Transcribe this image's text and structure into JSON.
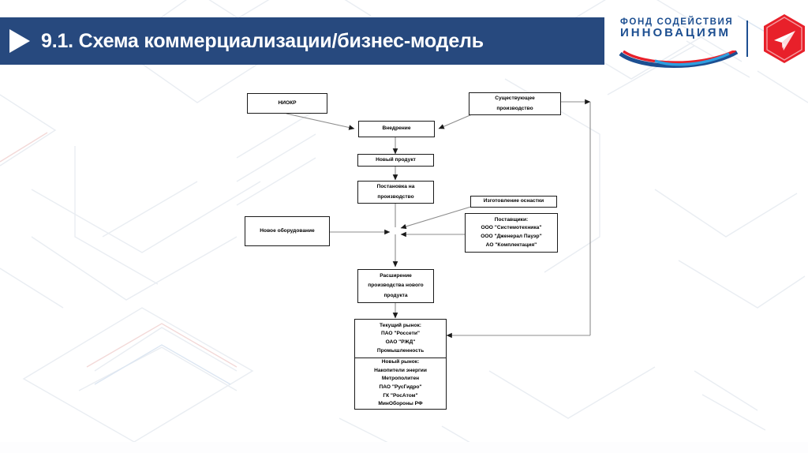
{
  "header": {
    "title": "9.1. Схема коммерциализации/бизнес-модель",
    "play_icon": "play-triangle-icon",
    "bar_color": "#27497e"
  },
  "logo": {
    "line1": "ФОНД СОДЕЙСТВИЯ",
    "line2": "ИННОВАЦИЯМ",
    "swoosh_icon": "russian-tricolor-swoosh-icon",
    "mark_icon": "red-hexagon-paper-plane-icon",
    "text_color": "#1d4f91",
    "mark_color": "#e8202a"
  },
  "diagram": {
    "title": "Схема коммерциализации/бизнес-модель",
    "nodes": {
      "niokr": {
        "lines": [
          "НИОКР"
        ]
      },
      "existing_production": {
        "lines": [
          "Существующее",
          "производство"
        ]
      },
      "implementation": {
        "lines": [
          "Внедрение"
        ]
      },
      "new_product": {
        "lines": [
          "Новый продукт"
        ]
      },
      "production_setup": {
        "lines": [
          "Постановка на",
          "производство"
        ]
      },
      "tooling": {
        "lines": [
          "Изготовление оснастки"
        ]
      },
      "new_equipment": {
        "lines": [
          "Новое оборудование"
        ]
      },
      "suppliers": {
        "lines": [
          "Поставщики:",
          "ООО \"Системотехника\"",
          "ООО \"Дженерал Пауэр\"",
          "АО \"Комплектация\""
        ]
      },
      "expansion": {
        "lines": [
          "Расширение",
          "производства нового",
          "продукта"
        ]
      },
      "current_market": {
        "lines": [
          "Текущий рынок:",
          "ПАО \"Россети\"",
          "ОАО \"РЖД\"",
          "Промышленность"
        ]
      },
      "new_market": {
        "lines": [
          "Новый рынок:",
          "Накопители энергии",
          "Метрополитен",
          "ПАО \"РусГидро\"",
          "ГК \"РосАтом\"",
          "МинОбороны РФ"
        ]
      }
    },
    "edge_color": "#7a7a7a",
    "node_border_color": "#1a1a1a"
  }
}
